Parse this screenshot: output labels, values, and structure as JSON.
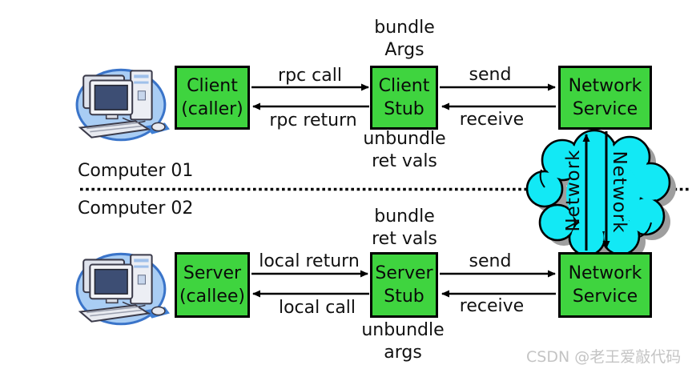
{
  "labels": {
    "computer01": "Computer 01",
    "computer02": "Computer 02"
  },
  "top_row": {
    "client_box": {
      "line1": "Client",
      "line2": "(caller)"
    },
    "stub_box": {
      "line1": "Client",
      "line2": "Stub"
    },
    "network_box": {
      "line1": "Network",
      "line2": "Service"
    },
    "above_stub": {
      "line1": "bundle",
      "line2": "Args"
    },
    "below_stub": {
      "line1": "unbundle",
      "line2": "ret vals"
    },
    "arrow_forward": "rpc call",
    "arrow_back": "rpc return",
    "arrow_send": "send",
    "arrow_receive": "receive"
  },
  "bottom_row": {
    "server_box": {
      "line1": "Server",
      "line2": "(callee)"
    },
    "stub_box": {
      "line1": "Server",
      "line2": "Stub"
    },
    "network_box": {
      "line1": "Network",
      "line2": "Service"
    },
    "above_stub": {
      "line1": "bundle",
      "line2": "ret vals"
    },
    "below_stub": {
      "line1": "unbundle",
      "line2": "args"
    },
    "arrow_forward": "local return",
    "arrow_back": "local call",
    "arrow_send": "send",
    "arrow_receive": "receive"
  },
  "cloud": {
    "left_label": "Network",
    "right_label": "Network"
  },
  "watermark": "CSDN @老王爱敲代码",
  "icons": {
    "client_computer": "computer-icon",
    "server_computer": "computer-icon"
  },
  "colors": {
    "box_green": "#3fd43f",
    "cloud_cyan": "#12e9f5",
    "outline": "#000000",
    "shadow_gray": "#9e9e9e",
    "watermark_gray": "#c4c4c4"
  }
}
